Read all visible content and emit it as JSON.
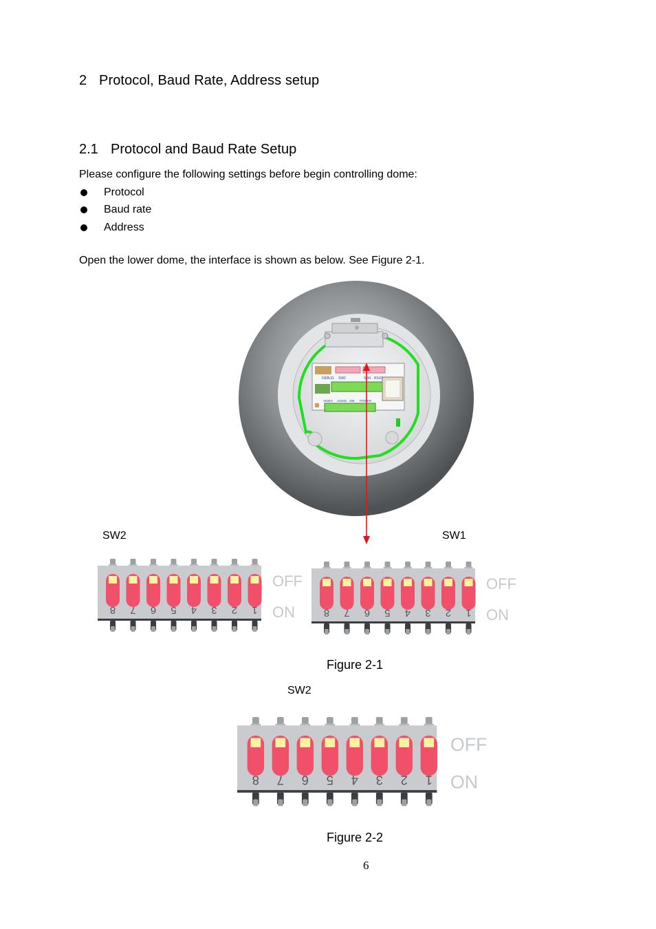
{
  "section": {
    "number": "2",
    "title": "Protocol, Baud Rate, Address setup"
  },
  "subsection": {
    "number": "2.1",
    "title": "Protocol and Baud Rate Setup"
  },
  "intro": "Please configure the following settings before begin controlling dome:",
  "bullets": [
    "Protocol",
    "Baud rate",
    "Address"
  ],
  "instruction": "Open the lower dome, the interface is shown as below. See Figure 2-1.",
  "board_labels": [
    "DEBUG",
    "SW2",
    "SW1",
    "RS47",
    "VIDEO",
    "AUDIO",
    "485",
    "POWER"
  ],
  "switch_labels": {
    "sw2": "SW2",
    "sw1": "SW1",
    "sw2_fig2": "SW2"
  },
  "dip": {
    "off": "OFF",
    "on": "ON",
    "positions": [
      "8",
      "7",
      "6",
      "5",
      "4",
      "3",
      "2",
      "1"
    ]
  },
  "figure1_caption": "Figure 2-1",
  "figure2_caption": "Figure 2-2",
  "page_number": "6",
  "colors": {
    "dome_gray": "#8a8d90",
    "board_green": "#22dd22",
    "arrow_red": "#e8141c",
    "switch_red": "#f0506a",
    "switch_yellow": "#fff3a0"
  }
}
